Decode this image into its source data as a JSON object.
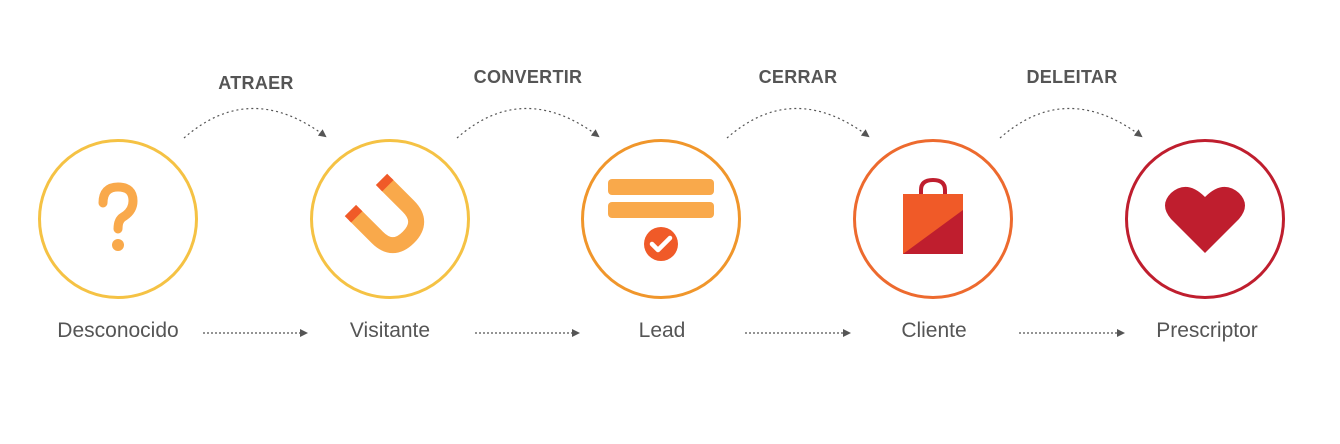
{
  "stages": [
    {
      "label": "Desconocido",
      "icon": "question-mark-icon",
      "color": "#f5c244"
    },
    {
      "label": "Visitante",
      "icon": "magnet-icon",
      "color": "#f5c244"
    },
    {
      "label": "Lead",
      "icon": "form-check-icon",
      "color": "#f0962b"
    },
    {
      "label": "Cliente",
      "icon": "shopping-bag-icon",
      "color": "#ed6a2e"
    },
    {
      "label": "Prescriptor",
      "icon": "heart-icon",
      "color": "#bf1e2e"
    }
  ],
  "transitions": [
    {
      "label": "ATRAER"
    },
    {
      "label": "CONVERTIR"
    },
    {
      "label": "CERRAR"
    },
    {
      "label": "DELEITAR"
    }
  ],
  "colors": {
    "text": "#555555",
    "arrow": "#555555",
    "yellow": "#f5c244",
    "orange_light": "#f9a94b",
    "orange": "#f0962b",
    "orange_red": "#f05a28",
    "red": "#bf1e2e"
  }
}
